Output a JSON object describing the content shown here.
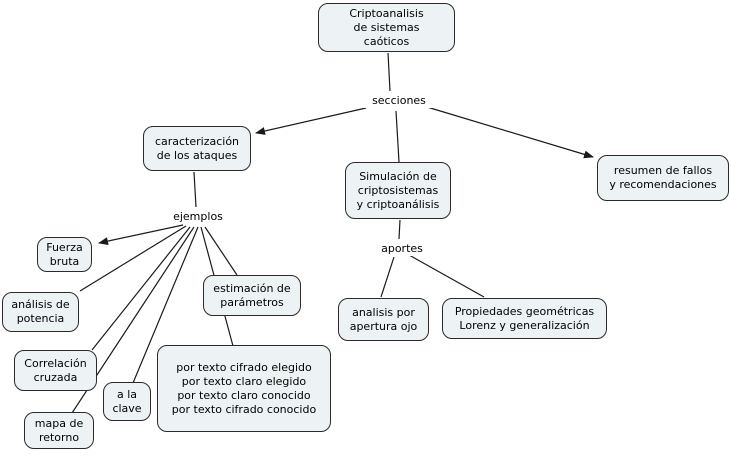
{
  "diagram": {
    "kind": "concept-map",
    "language": "es",
    "colors": {
      "background": "#ffffff",
      "node_fill": "#edf3f4",
      "node_border": "#2a2a2a",
      "connector": "#1a1a1a",
      "text": "#000000"
    }
  },
  "nodes": {
    "root": {
      "label": "Criptoanalisis\nde sistemas\ncaóticos"
    },
    "caracterizacion": {
      "label": "caracterización\nde los ataques"
    },
    "simulacion": {
      "label": "Simulación de\ncriptosistemas\ny criptoanálisis"
    },
    "resumen": {
      "label": "resumen de fallos\ny recomendaciones"
    },
    "fuerza_bruta": {
      "label": "Fuerza\nbruta"
    },
    "analisis_potencia": {
      "label": "análisis de\npotencia"
    },
    "correlacion": {
      "label": "Correlación\ncruzada"
    },
    "a_la_clave": {
      "label": "a la\nclave"
    },
    "mapa_retorno": {
      "label": "mapa de\nretorno"
    },
    "estimacion": {
      "label": "estimación de\nparámetros"
    },
    "por_texto": {
      "label": "por texto cifrado elegido\npor texto claro elegido\npor texto claro conocido\npor texto cifrado conocido"
    },
    "apertura_ojo": {
      "label": "analisis por\napertura ojo"
    },
    "propiedades": {
      "label": "Propiedades geométricas\nLorenz y generalización"
    }
  },
  "link_labels": {
    "secciones": "secciones",
    "ejemplos": "ejemplos",
    "aportes": "aportes"
  }
}
